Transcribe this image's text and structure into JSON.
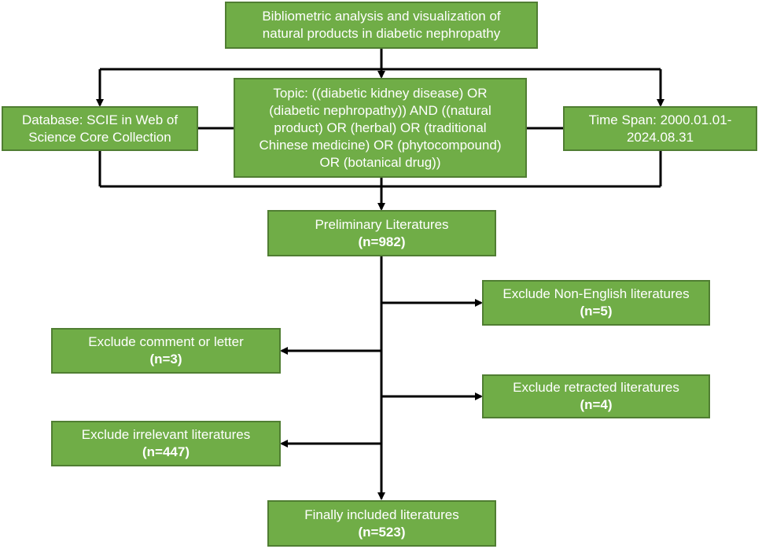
{
  "title_box": {
    "text": "Bibliometric analysis and visualization of\nnatural products in diabetic nephropathy"
  },
  "database_box": {
    "text": "Database:  SCIE in Web of\nScience Core Collection"
  },
  "topic_box": {
    "text": "Topic:  ((diabetic kidney disease) OR\n(diabetic nephropathy)) AND ((natural\nproduct) OR (herbal) OR (traditional\nChinese medicine) OR (phytocompound)\nOR (botanical drug))"
  },
  "timespan_box": {
    "text": "Time Span:  2000.01.01-\n2024.08.31"
  },
  "preliminary_box": {
    "label": "Preliminary Literatures",
    "count": "(n=982)"
  },
  "non_english_box": {
    "label": "Exclude Non-English literatures",
    "count": "(n=5)"
  },
  "comment_box": {
    "label": "Exclude comment or letter",
    "count": "(n=3)"
  },
  "retracted_box": {
    "label": "Exclude retracted literatures",
    "count": "(n=4)"
  },
  "irrelevant_box": {
    "label": "Exclude irrelevant literatures",
    "count": "(n=447)"
  },
  "final_box": {
    "label": "Finally included literatures",
    "count": "(n=523)"
  },
  "colors": {
    "box_fill": "#70ad47",
    "box_border": "#507e32",
    "line": "#000000",
    "text": "#ffffff"
  }
}
